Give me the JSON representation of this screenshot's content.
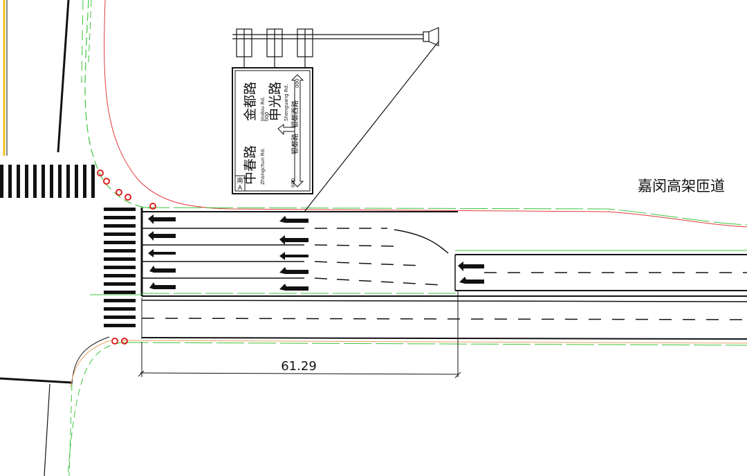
{
  "road_name": "嘉闵高架匝道",
  "dimension": "61.29",
  "sign": {
    "north_marker": "南",
    "north_letter": "A",
    "roads": [
      {
        "cn": "金都路",
        "en": "Jindou Rd."
      },
      {
        "cn": "申光路",
        "en": "Shenguang Rd."
      },
      {
        "cn": "中春路",
        "en": "Zhongchun Rd."
      }
    ],
    "side_left": "银都路",
    "side_right": "银都西路",
    "distance_placeholder": "000"
  },
  "colors": {
    "road_line": "#000000",
    "boundary_red": "#e03b3b",
    "green_dash": "#3cc43c",
    "yellow_line": "#f0c020",
    "hydrant_red": "#e02020"
  }
}
